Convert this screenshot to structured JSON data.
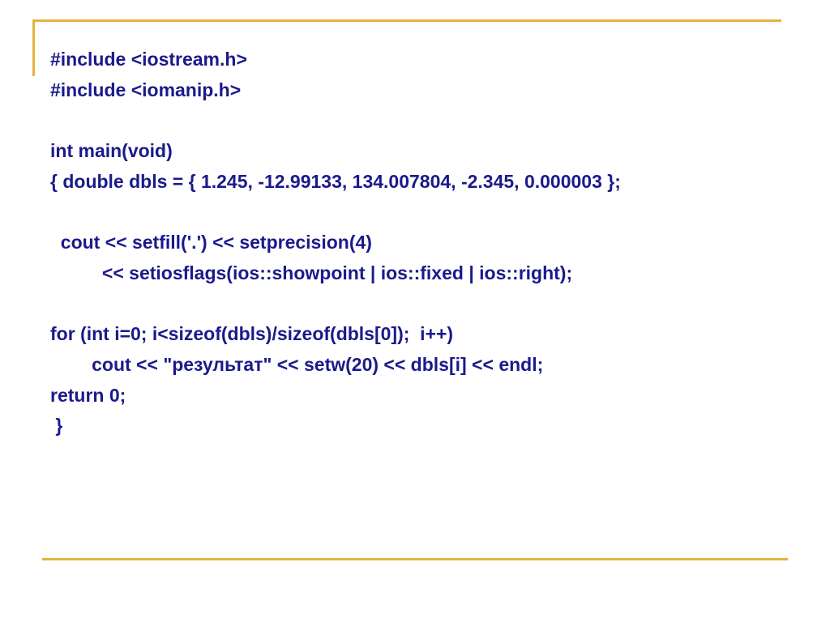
{
  "slide": {
    "accent_color": "#e6b23c",
    "text_color": "#1a1a8c",
    "code_lines": [
      "#include <iostream.h>",
      "#include <iomanip.h>",
      "",
      "int main(void)",
      "{ double dbls = { 1.245, -12.99133, 134.007804, -2.345, 0.000003 };",
      "",
      "  cout << setfill('.') << setprecision(4)",
      "          << setiosflags(ios::showpoint | ios::fixed | ios::right);",
      "",
      "for (int i=0; i<sizeof(dbls)/sizeof(dbls[0]);  i++)",
      "        cout << \"результат\" << setw(20) << dbls[i] << endl;",
      "return 0;",
      " }"
    ]
  }
}
